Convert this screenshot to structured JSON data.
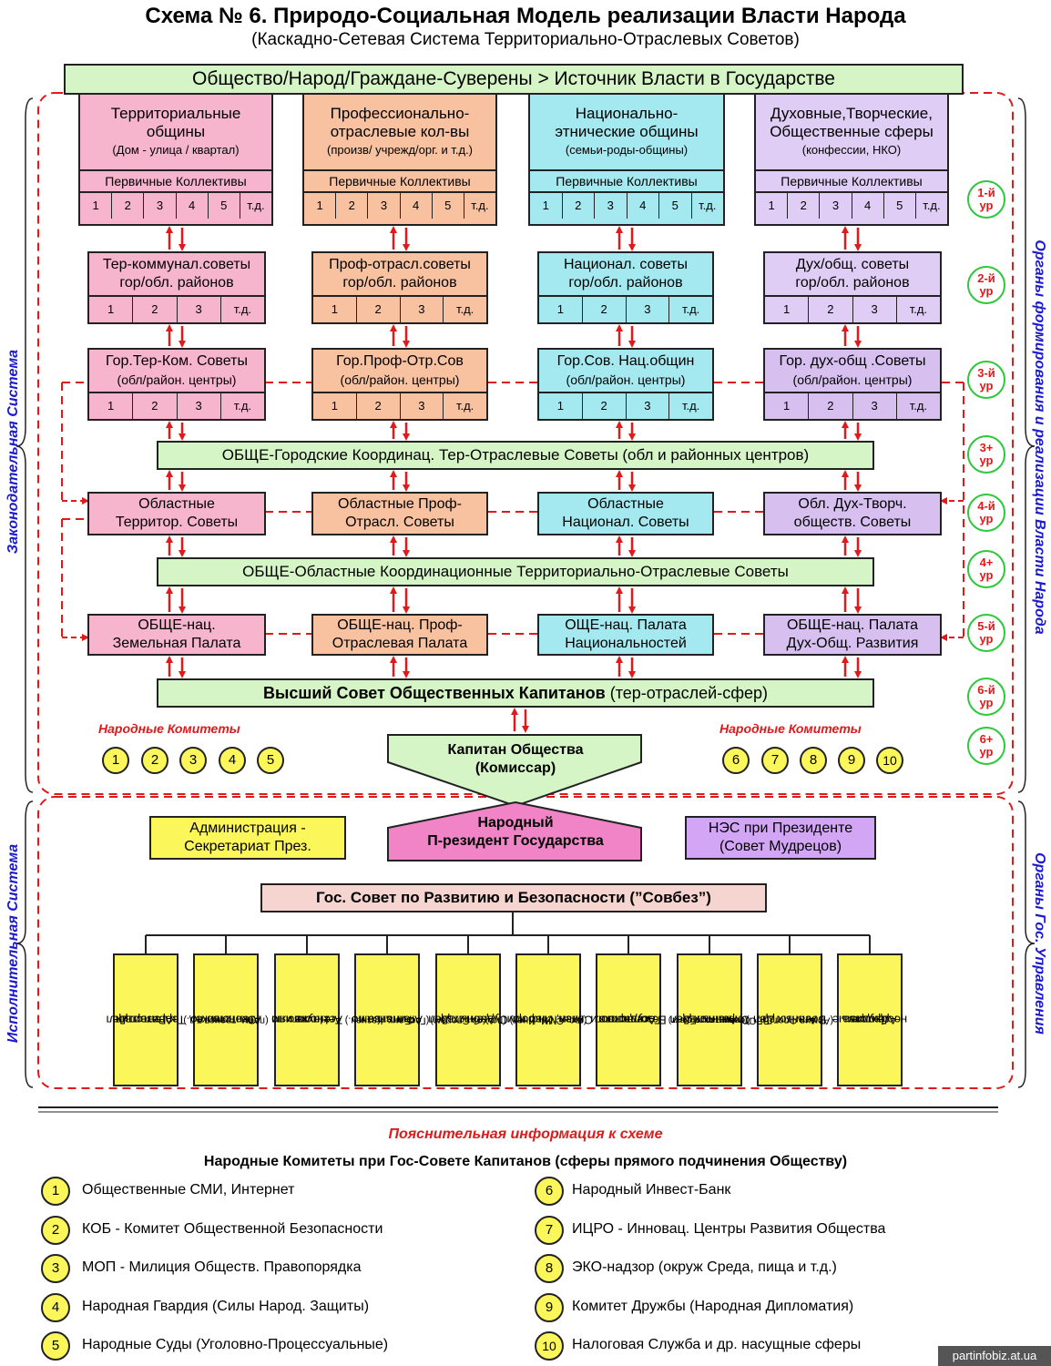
{
  "title": "Схема № 6. Природо-Социальная Модель реализации Власти Народа",
  "subtitle": "(Каскадно-Сетевая Система Территориально-Отраслевых Советов)",
  "top_box": "Общество/Народ/Граждане-Суверены > Источник Власти в Государстве",
  "left_label_top": "Законодательная Система",
  "left_label_bottom": "Исполнительная Система",
  "right_label_top": "Органы формирования и реализации Власти Народа",
  "right_label_bottom": "Органы Гос. Управления",
  "columns": [
    {
      "name_l1": "Территориальные",
      "name_l2": "общины",
      "name_l3": "(Дом - улица / квартал)"
    },
    {
      "name_l1": "Профессионально-",
      "name_l2": "отраслевые кол-вы",
      "name_l3": "(произв/ учрежд/орг. и т.д.)"
    },
    {
      "name_l1": "Национально-",
      "name_l2": "этнические общины",
      "name_l3": "(семьи-роды-общины)"
    },
    {
      "name_l1": "Духовные,Творческие,",
      "name_l2": "Общественные сферы",
      "name_l3": "(конфессии, НКО)"
    }
  ],
  "primary_collectives": "Первичные Коллективы",
  "cells6": [
    "1",
    "2",
    "3",
    "4",
    "5",
    "т.д."
  ],
  "cells4": [
    "1",
    "2",
    "3",
    "т.д."
  ],
  "level2": [
    {
      "l1": "Тер-коммунал.советы",
      "l2": "гор/обл. районов"
    },
    {
      "l1": "Проф-отрасл.советы",
      "l2": "гор/обл. районов"
    },
    {
      "l1": "Национал. советы",
      "l2": "гор/обл. районов"
    },
    {
      "l1": "Дух/общ. советы",
      "l2": "гор/обл. районов"
    }
  ],
  "level3": [
    {
      "l1": "Гор.Тер-Ком. Советы",
      "l2": "(обл/район. центры)"
    },
    {
      "l1": "Гор.Проф-Отр.Сов",
      "l2": "(обл/район. центры)"
    },
    {
      "l1": "Гор.Сов. Нац.общин",
      "l2": "(обл/район. центры)"
    },
    {
      "l1": "Гор. дух-общ .Советы",
      "l2": "(обл/район. центры)"
    }
  ],
  "city_coord": "ОБЩЕ-Городские Координац. Тер-Отраслевые Советы (обл и районных центров)",
  "level4": [
    {
      "l1": "Областные",
      "l2": "Территор. Советы"
    },
    {
      "l1": "Областные Проф-",
      "l2": "Отрасл. Советы"
    },
    {
      "l1": "Областные",
      "l2": "Национал. Советы"
    },
    {
      "l1": "Обл. Дух-Творч.",
      "l2": "обществ. Советы"
    }
  ],
  "region_coord": "ОБЩЕ-Областные Координационные Территориально-Отраслевые Советы",
  "level5": [
    {
      "l1": "ОБЩЕ-нац.",
      "l2": "Земельная Палата"
    },
    {
      "l1": "ОБЩЕ-нац. Проф-",
      "l2": "Отраслевая Палата"
    },
    {
      "l1": "ОЩЕ-нац. Палата",
      "l2": "Национальностей"
    },
    {
      "l1": "ОБЩЕ-нац. Палата",
      "l2": "Дух-Общ. Развития"
    }
  ],
  "supreme_council_bold": "Высший Совет Общественных Капитанов",
  "supreme_council_rest": "(тер-отраслей-сфер)",
  "committees_label": "Народные Комитеты",
  "committees_left": [
    "1",
    "2",
    "3",
    "4",
    "5"
  ],
  "committees_right": [
    "6",
    "7",
    "8",
    "9",
    "10"
  ],
  "captain_l1": "Капитан Общества",
  "captain_l2": "(Комиссар)",
  "president_l1": "Народный",
  "president_l2": "П-резидент Государства",
  "admin_l1": "Администрация -",
  "admin_l2": "Секретариат През.",
  "nes_l1": "НЭС при Президенте",
  "nes_l2": "(Совет Мудрецов)",
  "gos_council": "Гос. Совет по Развитию и Безопасности (”Совбез”)",
  "levels": [
    {
      "a": "1-й",
      "b": "ур"
    },
    {
      "a": "2-й",
      "b": "ур"
    },
    {
      "a": "3-й",
      "b": "ур"
    },
    {
      "a": "3+",
      "b": "ур"
    },
    {
      "a": "4-й",
      "b": "ур"
    },
    {
      "a": "4+",
      "b": "ур"
    },
    {
      "a": "5-й",
      "b": "ур"
    },
    {
      "a": "6-й",
      "b": "ур"
    },
    {
      "a": "6+",
      "b": "ур"
    }
  ],
  "agencies": [
    {
      "l1": "Агентство",
      "l2": "Территор. Дел",
      "l3": "и Развития",
      "l4": ""
    },
    {
      "l1": "Агентство по",
      "l2": "Экономике",
      "l3": "(пром. трансп.т.д.)",
      "l4": ""
    },
    {
      "l1": "Агентство по",
      "l2": "Науке и",
      "l3": "Технологиям",
      "l4": ""
    },
    {
      "l1": "Агентство по",
      "l2": "Финансам",
      "l3": "(ГосБанк, Казнач.)",
      "l4": ""
    },
    {
      "l1": "Агентство",
      "l2": "Судебных Дел",
      "l3": "(по Хоз.Спорам)",
      "l4": ""
    },
    {
      "l1": "Агентство по",
      "l2": "Связи, Информ.",
      "l3": "(гос. СМИ, Инет)",
      "l4": ""
    },
    {
      "l1": "Агентство",
      "l2": "Государств.",
      "l3": "Безопасности",
      "l4": ""
    },
    {
      "l1": "Агентство",
      "l2": "Охранных Дел",
      "l3": "(полиц, охр Гос. и",
      "l4": "Пеницитар. объект)"
    },
    {
      "l1": "Агентство",
      "l2": "Военных Дел",
      "l3": "(Армия,Флот, ВВС)",
      "l4": ""
    },
    {
      "l1": "Другие",
      "l2": "необходимые",
      "l3": "Агентства",
      "l4": ""
    }
  ],
  "legend_title": "Пояснительная информация к схеме",
  "legend_subtitle": "Народные Комитеты при Гос-Совете Капитанов (сферы прямого подчинения Обществу)",
  "legend_left": [
    {
      "n": "1",
      "text": "Общественные СМИ, Интернет"
    },
    {
      "n": "2",
      "text": "КОБ - Комитет Общественной Безопасности"
    },
    {
      "n": "3",
      "text": "МОП - Милиция Обществ. Правопорядка"
    },
    {
      "n": "4",
      "text": "Народная Гвардия (Силы Народ. Защиты)"
    },
    {
      "n": "5",
      "text": "Народные Суды (Уголовно-Процессуальные)"
    }
  ],
  "legend_right": [
    {
      "n": "6",
      "text": "Народный Инвест-Банк"
    },
    {
      "n": "7",
      "text": "ИЦРО - Инновац. Центры Развития Общества"
    },
    {
      "n": "8",
      "text": "ЭКО-надзор (окруж Среда, пища и т.д.)"
    },
    {
      "n": "9",
      "text": "Комитет Дружбы (Народная Дипломатия)"
    },
    {
      "n": "10",
      "text": "Налоговая Служба и др. насущные сферы"
    }
  ],
  "watermark": "partinfobiz.at.ua"
}
